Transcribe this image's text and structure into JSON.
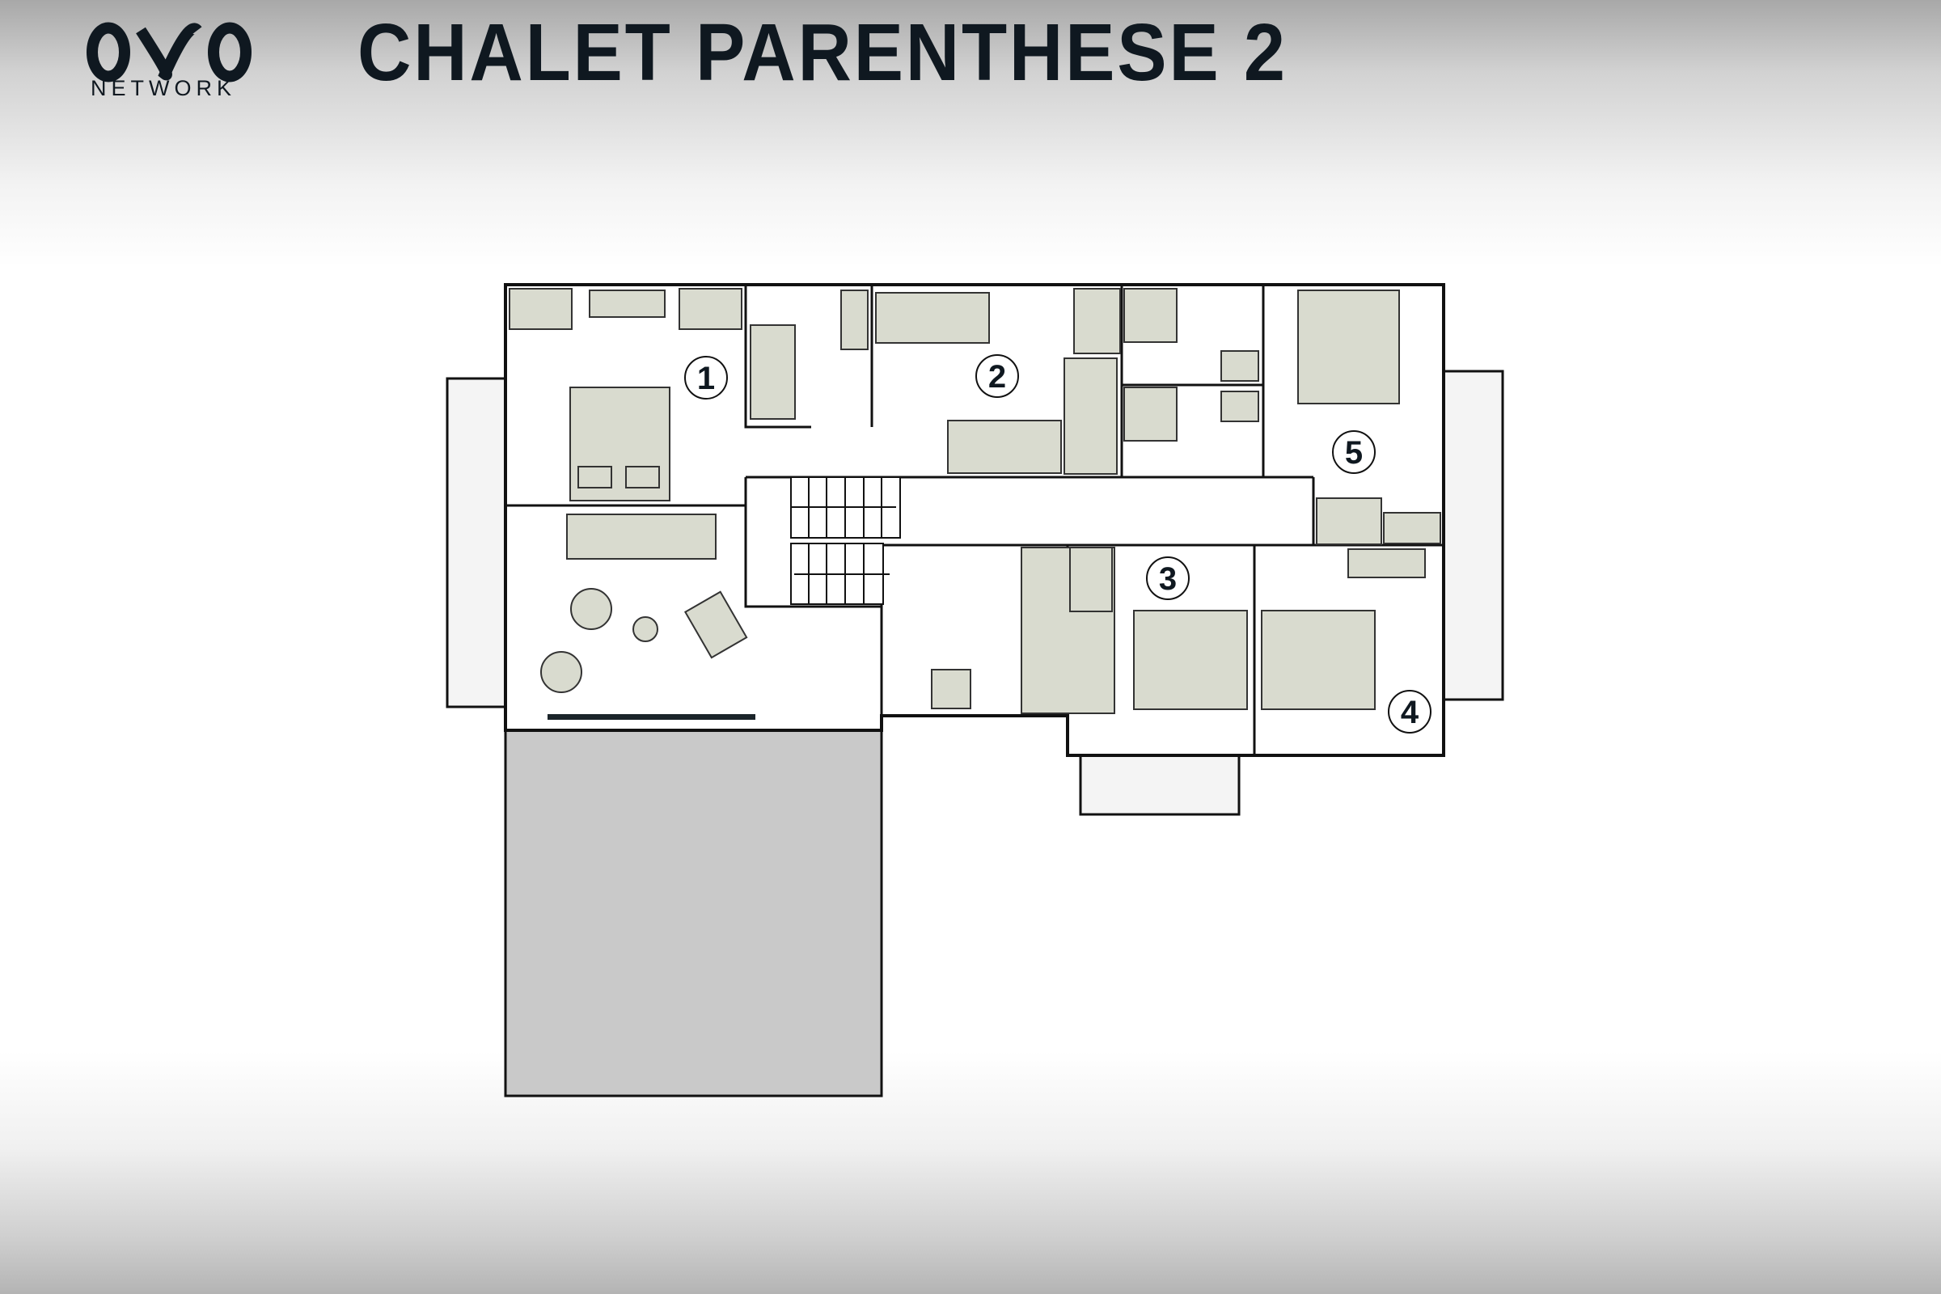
{
  "header": {
    "logo_text": "OVO",
    "brand": "NETWORK",
    "title": "CHALET PARENTHESE 2"
  },
  "floorplan": {
    "rooms": [
      {
        "label": "1"
      },
      {
        "label": "2"
      },
      {
        "label": "3"
      },
      {
        "label": "4"
      },
      {
        "label": "5"
      }
    ],
    "colors": {
      "wall": "#111111",
      "furniture": "#d9dbcf",
      "exterior": "#c9c9c9",
      "balcony": "#f4f4f4"
    }
  }
}
